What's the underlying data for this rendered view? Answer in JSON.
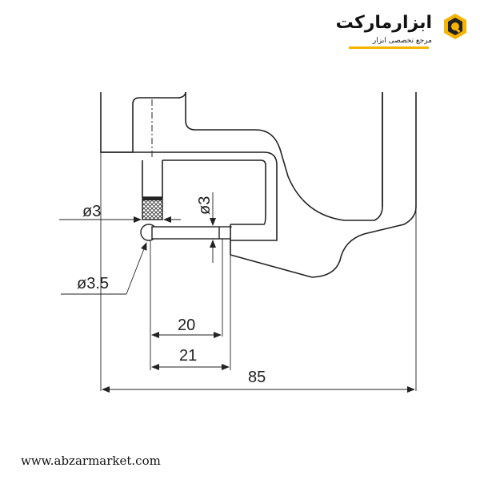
{
  "brand": {
    "name": "ابزارمارکت",
    "tagline": "مرجع تخصصی ابزار",
    "website": "www.abzarmarket.com",
    "accent": "#f5b400"
  },
  "dimensions": {
    "spindle_tip_dia": "ø3",
    "anvil_dia": "ø3",
    "ball_dia": "ø3.5",
    "depth_20": "20",
    "depth_21": "21",
    "length_85": "85"
  },
  "colors": {
    "line": "#222222",
    "knurl": "#444444"
  }
}
